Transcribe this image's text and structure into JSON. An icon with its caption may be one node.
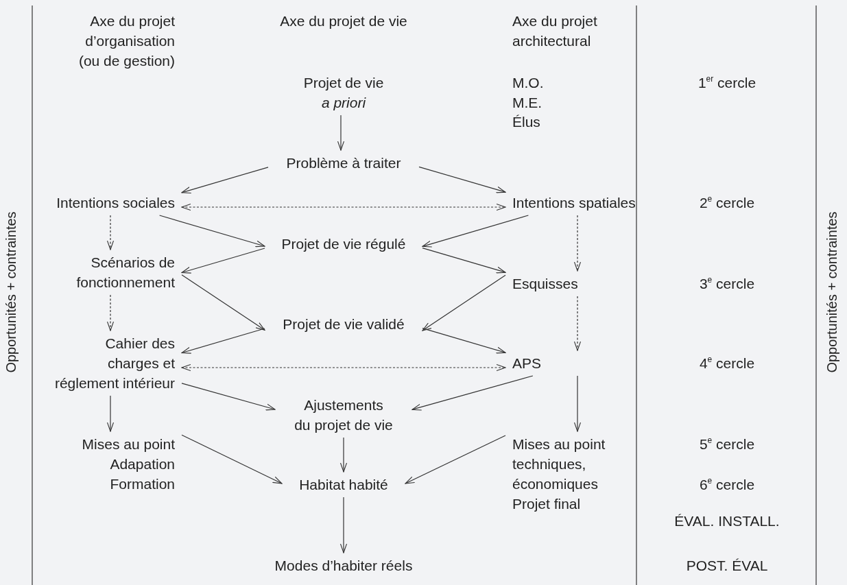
{
  "diagram": {
    "nodes": [
      {
        "text": [
          "Projet de vie *a priori*"
        ]
      },
      {
        "text": [
          "Problème à traiter"
        ]
      },
      {
        "text": [
          "Intentions sociales"
        ]
      },
      {
        "text": [
          "Intentions spatiales"
        ]
      },
      {
        "text": [
          "Projet de vie régulé"
        ]
      },
      {
        "text": [
          "Scénarios de fonctionnement"
        ]
      },
      {
        "text": [
          "Esquisses"
        ]
      },
      {
        "text": [
          "Projet de vie validé"
        ]
      },
      {
        "text": [
          "Cahier des charges et réglement intérieur"
        ]
      },
      {
        "text": [
          "APS"
        ]
      },
      {
        "text": [
          "Ajustements du projet de vie"
        ]
      },
      {
        "text": [
          "Mises au point Adapation Formation"
        ]
      },
      {
        "text": [
          "Habitat habité"
        ]
      },
      {
        "text": [
          "Mises au point techniques, économiques Projet final"
        ]
      },
      {
        "text": [
          "Modes d’habiter réels"
        ]
      }
    ],
    "edges": [
      {
        "from": 0,
        "to": 1,
        "arrow": "to"
      },
      {
        "from": 1,
        "to": 2,
        "arrow": "to"
      },
      {
        "from": 1,
        "to": 3,
        "arrow": "to"
      },
      {
        "from": 2,
        "to": 3,
        "arrow": "both",
        "style": "dashed"
      },
      {
        "from": 2,
        "to": 5,
        "arrow": "to",
        "style": "dashed"
      },
      {
        "from": 2,
        "to": 4,
        "arrow": "to"
      },
      {
        "from": 3,
        "to": 4,
        "arrow": "to"
      },
      {
        "from": 3,
        "to": 6,
        "arrow": "to",
        "style": "dashed"
      },
      {
        "from": 4,
        "to": 5,
        "arrow": "to"
      },
      {
        "from": 4,
        "to": 6,
        "arrow": "to"
      },
      {
        "from": 5,
        "to": 7,
        "arrow": "to"
      },
      {
        "from": 6,
        "to": 7,
        "arrow": "to"
      },
      {
        "from": 5,
        "to": 8,
        "arrow": "to",
        "style": "dashed"
      },
      {
        "from": 6,
        "to": 9,
        "arrow": "to",
        "style": "dashed"
      },
      {
        "from": 7,
        "to": 8,
        "arrow": "to"
      },
      {
        "from": 7,
        "to": 9,
        "arrow": "to"
      },
      {
        "from": 8,
        "to": 9,
        "arrow": "both",
        "style": "dashed"
      },
      {
        "from": 8,
        "to": 10,
        "arrow": "to"
      },
      {
        "from": 9,
        "to": 10,
        "arrow": "to"
      },
      {
        "from": 8,
        "to": 11,
        "arrow": "to"
      },
      {
        "from": 9,
        "to": 13,
        "arrow": "to"
      },
      {
        "from": 10,
        "to": 12,
        "arrow": "to"
      },
      {
        "from": 11,
        "to": 12,
        "arrow": "to"
      },
      {
        "from": 13,
        "to": 12,
        "arrow": "to"
      },
      {
        "from": 12,
        "to": 14,
        "arrow": "to"
      }
    ],
    "labels": [
      "Opportunités + contraintes",
      "Axe du projet d’organisation (ou de gestion)",
      "Axe du projet de vie",
      "Axe du projet architectural",
      "M.O.",
      "M.E.",
      "Élus",
      "1$^{er}$ cercle",
      "2$^{e}$ cercle",
      "3$^{e}$ cercle",
      "4$^{e}$ cercle",
      "5$^{e}$ cercle",
      "6$^{e}$ cercle",
      "ÉVAL. INSTALL.",
      "POST. ÉVAL",
      "Opportunités + contraintes"
    ]
  }
}
